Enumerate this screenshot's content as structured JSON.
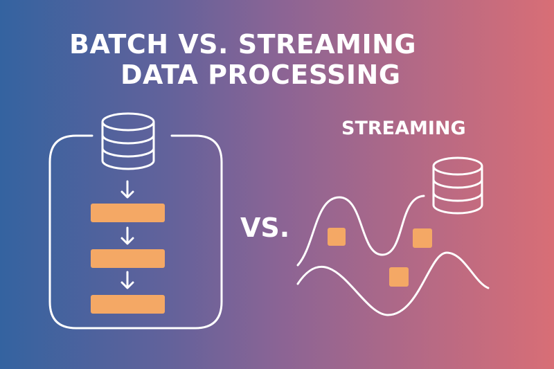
{
  "title": {
    "line1": "BATCH VS. STREAMING",
    "line2": "DATA PROCESSING"
  },
  "vs_label": "VS.",
  "streaming_label": "STREAMING",
  "colors": {
    "gradient_start": "#3463a0",
    "gradient_end": "#d86e76",
    "block": "#f4a865",
    "line": "#ffffff"
  },
  "icons": {
    "batch_source": "database-icon",
    "stream_source": "database-icon",
    "flow": "down-arrow-icon"
  }
}
